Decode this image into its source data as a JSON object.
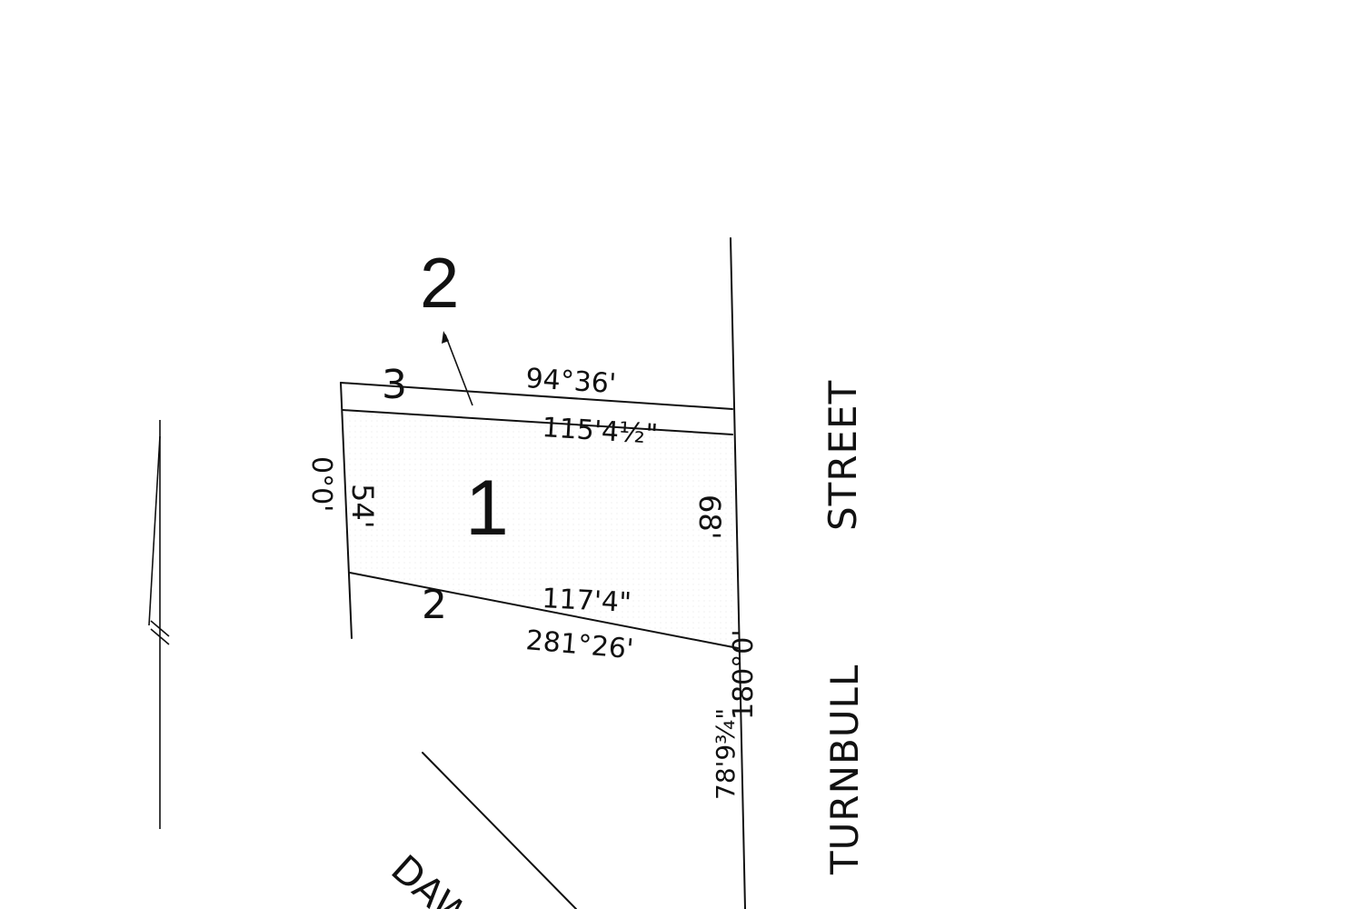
{
  "plan": {
    "parcel_number": "1",
    "reference_number": "2",
    "top_lot_number": "3",
    "bottom_lot_number": "2"
  },
  "dimensions": {
    "top_bearing": "94°36'",
    "top_length": "115'4½\"",
    "left_bearing": "0°0'",
    "left_length": "54'",
    "right_length": "68'",
    "bottom_length": "117'4\"",
    "bottom_bearing": "281°26'",
    "right_lower_bearing": "180°0'",
    "right_lower_length": "78'9¾\""
  },
  "streets": {
    "right_street_part1": "TURNBULL",
    "right_street_part2": "STREET",
    "diagonal_street_partial": "DAW"
  }
}
